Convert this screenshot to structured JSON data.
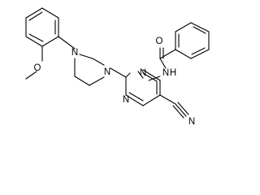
{
  "structure": {
    "atoms": {
      "amide_oxygen": "O",
      "amide_nitrogen": "N",
      "amide_hydrogen": "H",
      "pyrimidine_n3": "N",
      "pyrimidine_n1": "N",
      "piperazine_n_aryl": "N",
      "piperazine_n_pyrimidine": "N",
      "ether_oxygen": "O",
      "nitrile_nitrogen": "N"
    }
  }
}
